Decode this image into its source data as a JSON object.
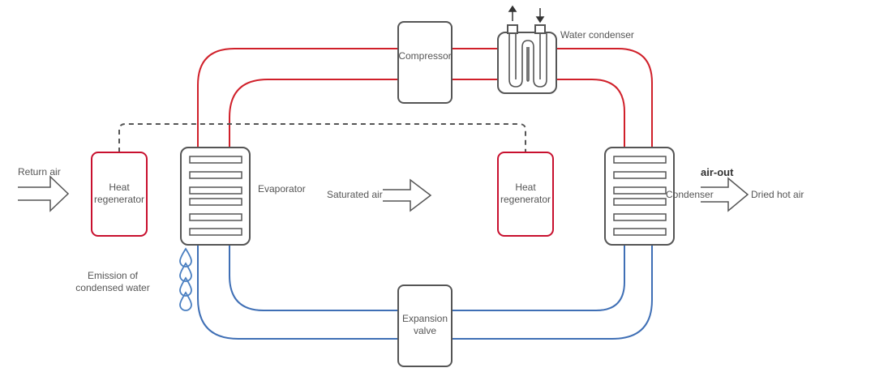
{
  "labels": {
    "compressor": "Compressor",
    "water_condenser": "Water condenser",
    "return_air": "Return air",
    "heat_regenerator_left": "Heat regenerator",
    "evaporator": "Evaporator",
    "saturated_air": "Saturated air",
    "heat_regenerator_right": "Heat regenerator",
    "condenser": "Condenser",
    "air_out": "air-out",
    "dried_hot_air": "Dried hot air",
    "emission": "Emission of condensed water",
    "expansion_valve": "Expansion valve"
  },
  "colors": {
    "hot_line": "#d0202a",
    "cold_line": "#3f6fb5",
    "box_stroke": "#555555",
    "regenerator_stroke": "#c8102e",
    "droplet": "#4a7fc1"
  },
  "icons": {
    "droplets": "water-droplet-icon",
    "flow_arrows": "hollow-arrow-icon",
    "port_arrows": "up-down-arrow-icon"
  }
}
